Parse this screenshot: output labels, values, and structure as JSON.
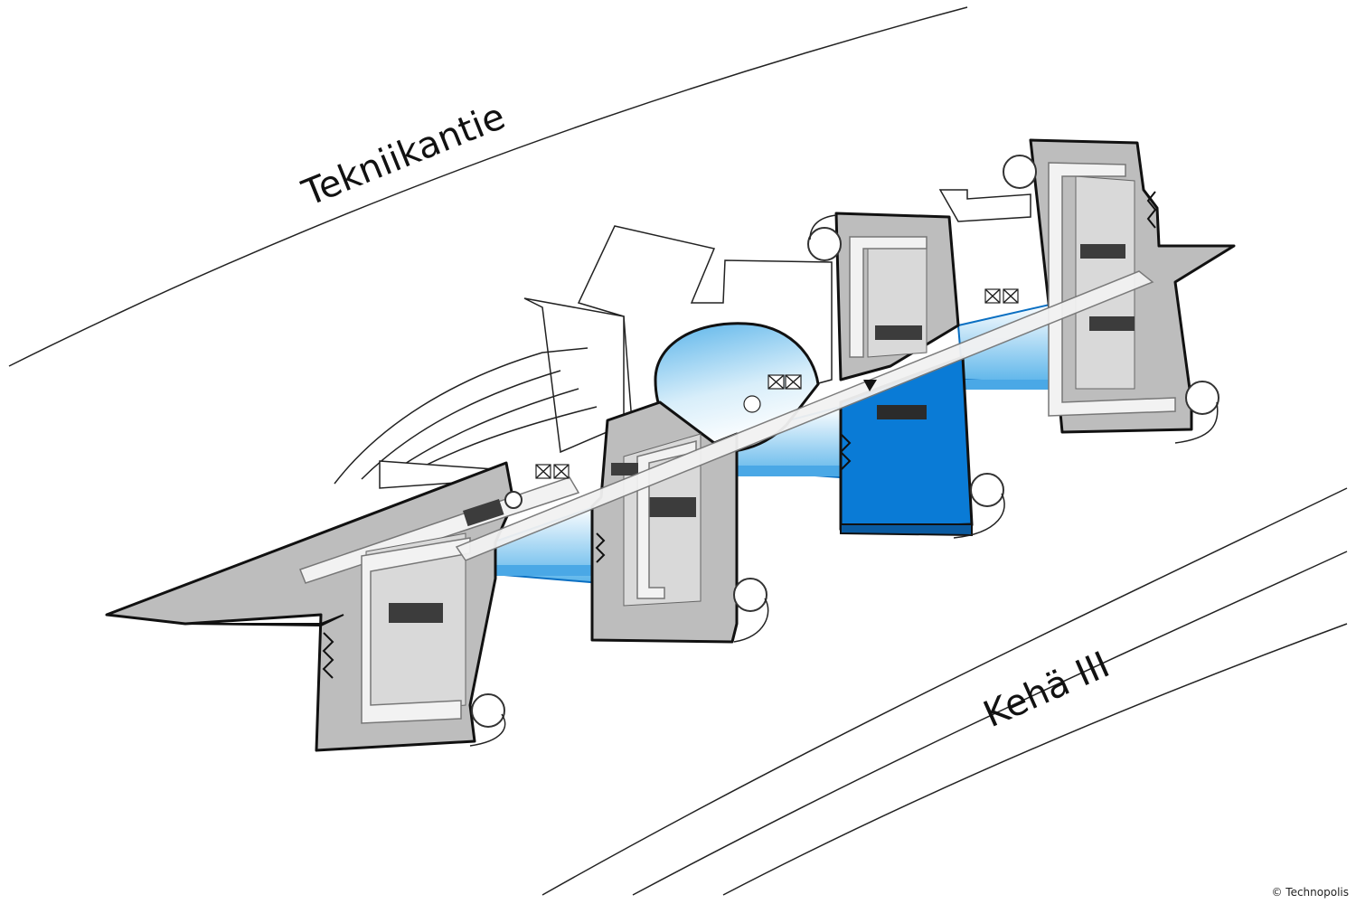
{
  "map": {
    "roads": [
      {
        "name": "Tekniikantie"
      },
      {
        "name": "Kehä III"
      }
    ],
    "highlight_color": "#0a7bd6",
    "glass_color": "#5ab4ea",
    "building_color": "#bdbdbd"
  },
  "credit": "© Technopolis"
}
